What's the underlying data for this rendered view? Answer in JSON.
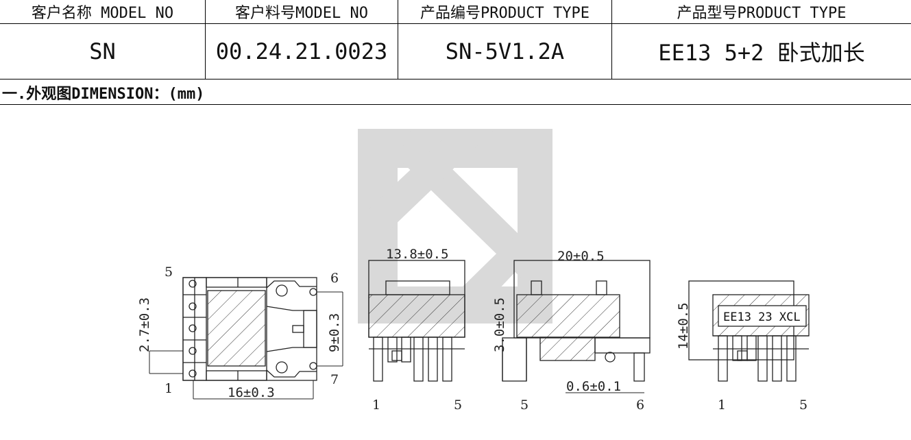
{
  "header": {
    "columns": [
      {
        "label": "客户名称 MODEL NO",
        "value": "SN"
      },
      {
        "label": "客户料号MODEL NO",
        "value": "00.24.21.0023"
      },
      {
        "label": "产品编号PRODUCT TYPE",
        "value": "SN-5V1.2A"
      },
      {
        "label": "产品型号PRODUCT TYPE",
        "value": "EE13  5+2 卧式加长"
      }
    ]
  },
  "section": {
    "title": "一.外观图DIMENSION：(mm)"
  },
  "drawing": {
    "top_view": {
      "pin_labels": {
        "p5": "5",
        "p6": "6",
        "p1": "1",
        "p7": "7"
      },
      "dims": {
        "width": "16±0.3",
        "pitch": "2.7±0.3",
        "span": "9±0.3"
      }
    },
    "front_view": {
      "pin_labels": {
        "left": "1",
        "right": "5"
      },
      "dims": {
        "width": "13.8±0.5"
      }
    },
    "side_view": {
      "pin_labels": {
        "left": "5",
        "right": "6"
      },
      "dims": {
        "length": "20±0.5",
        "height": "3.0±0.5",
        "pin": "0.6±0.1"
      }
    },
    "back_view": {
      "pin_labels": {
        "left": "1",
        "right": "5"
      },
      "dims": {
        "height": "14±0.5"
      },
      "marking": "EE13 23 XCL"
    }
  },
  "colors": {
    "line": "#222222",
    "watermark": "#d9d9d9",
    "hatch": "#333333"
  }
}
